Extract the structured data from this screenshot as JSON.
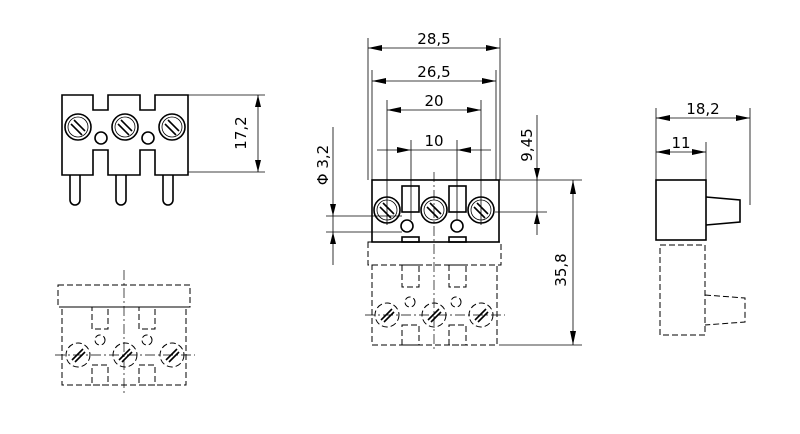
{
  "dimensions": {
    "width_overall": "28,5",
    "width_inner": "26,5",
    "screw_pitch_outer": "20",
    "screw_pitch_inner": "10",
    "height_offset": "9,45",
    "hole_diameter": "Φ 3,2",
    "total_height": "35,8",
    "top_view_height": "17,2",
    "side_depth": "18,2",
    "side_body_depth": "11"
  }
}
